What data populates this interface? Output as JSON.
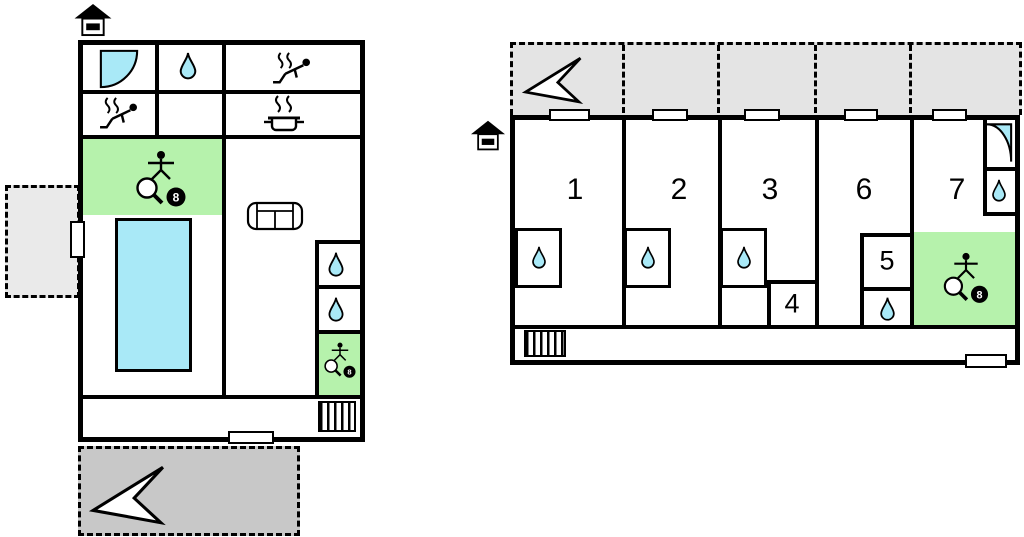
{
  "colors": {
    "background": "#ffffff",
    "wall": "#000000",
    "water": "#a9e9f7",
    "green": "#b6f2ac",
    "terrace_north": "#e4e4e4",
    "terrace_west": "#eaeaea",
    "terrace_south": "#c8c8c8"
  },
  "right_building": {
    "rooms": [
      {
        "number": "1"
      },
      {
        "number": "2"
      },
      {
        "number": "3"
      },
      {
        "number": "4"
      },
      {
        "number": "5"
      },
      {
        "number": "6"
      },
      {
        "number": "7"
      }
    ]
  },
  "icons": {
    "billiard_ball_label": "8",
    "names": [
      "entrance-house",
      "north-arrow",
      "corner-shower",
      "water-drop",
      "sauna-person",
      "cooking-pot",
      "sofa",
      "table-tennis-racket",
      "billiard-ball",
      "stairs"
    ]
  }
}
